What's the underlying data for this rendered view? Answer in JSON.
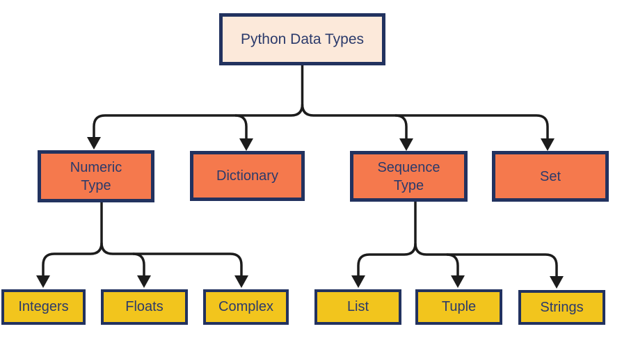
{
  "diagram": {
    "colors": {
      "background": "#ffffff",
      "root_fill": "#fce9da",
      "branch_fill": "#f5794d",
      "leaf_fill": "#f2c51d",
      "border": "#22325f",
      "text": "#2b3a6b",
      "connector": "#1c1c1c"
    },
    "nodes": {
      "root": {
        "label": "Python Data Types"
      },
      "numeric": {
        "label": "Numeric Type",
        "lines": [
          "Numeric",
          "Type"
        ]
      },
      "dictionary": {
        "label": "Dictionary"
      },
      "sequence": {
        "label": "Sequence Type",
        "lines": [
          "Sequence",
          "Type"
        ]
      },
      "set": {
        "label": "Set"
      },
      "integers": {
        "label": "Integers"
      },
      "floats": {
        "label": "Floats"
      },
      "complex": {
        "label": "Complex"
      },
      "list": {
        "label": "List"
      },
      "tuple": {
        "label": "Tuple"
      },
      "strings": {
        "label": "Strings"
      }
    },
    "edges": [
      {
        "from": "root",
        "to": "numeric"
      },
      {
        "from": "root",
        "to": "dictionary"
      },
      {
        "from": "root",
        "to": "sequence"
      },
      {
        "from": "root",
        "to": "set"
      },
      {
        "from": "numeric",
        "to": "integers"
      },
      {
        "from": "numeric",
        "to": "floats"
      },
      {
        "from": "numeric",
        "to": "complex"
      },
      {
        "from": "sequence",
        "to": "list"
      },
      {
        "from": "sequence",
        "to": "tuple"
      },
      {
        "from": "sequence",
        "to": "strings"
      }
    ]
  }
}
